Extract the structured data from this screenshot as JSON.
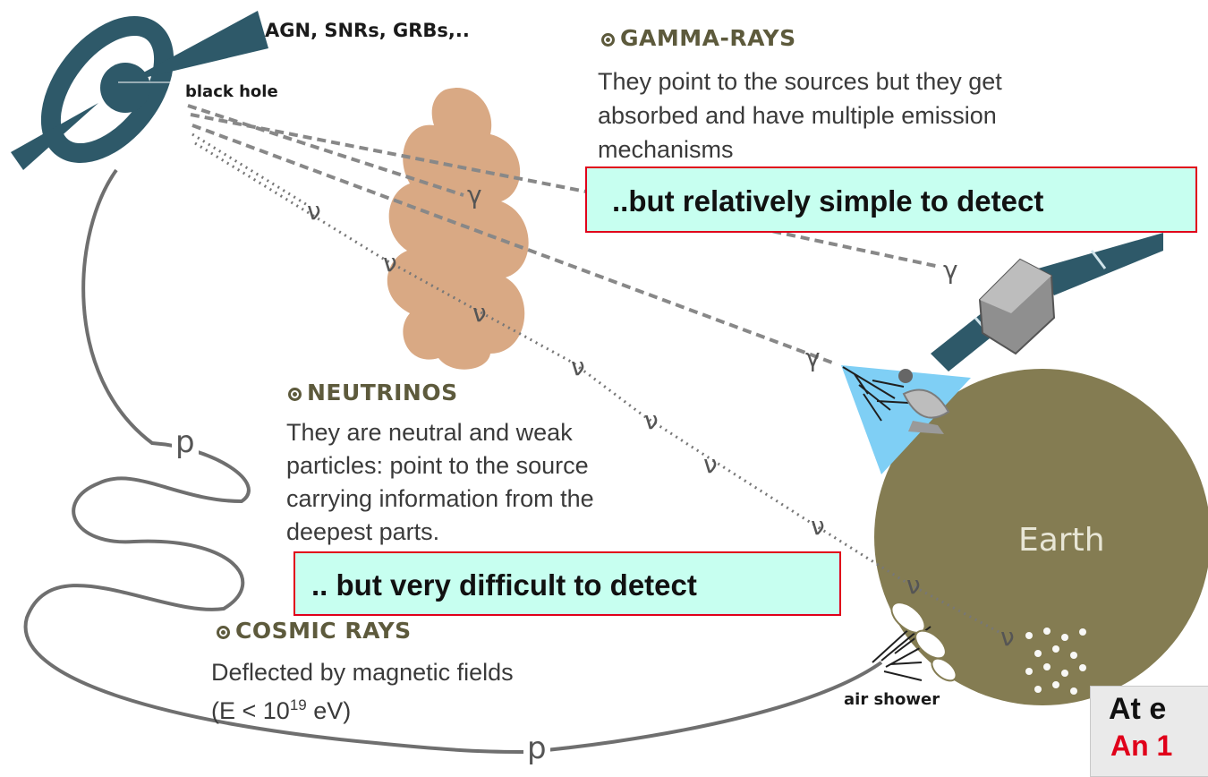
{
  "source": {
    "label": "AGN, SNRs, GRBs,..",
    "black_hole": "black hole"
  },
  "gamma": {
    "heading": "GAMMA-RAYS",
    "lines": [
      "They point to the sources but they get",
      "absorbed and have multiple emission",
      "mechanisms"
    ],
    "symbol": "γ"
  },
  "neutrinos": {
    "heading": "NEUTRINOS",
    "lines": [
      "They are neutral and weak",
      "particles: point to the source",
      "carrying information from the",
      "deepest parts."
    ],
    "symbol": "ν"
  },
  "cosmic": {
    "heading": "COSMIC RAYS",
    "line1": "Deflected by magnetic fields",
    "line2_prefix": "(E < 10",
    "line2_exp": "19",
    "line2_suffix": " eV)",
    "symbol": "p"
  },
  "callouts": {
    "gamma": "..but relatively simple to detect",
    "neutrino": ".. but very difficult to detect"
  },
  "earth": {
    "label": "Earth",
    "air_shower": "air shower"
  },
  "footer": {
    "line1": "At e",
    "line2": "An 1"
  },
  "colors": {
    "cloud": "#d9a984",
    "earth": "#847c52",
    "satellite_panel": "#2e5969",
    "cone": "#7fcff5",
    "callout_fill": "#c7fff0",
    "callout_border": "#e0001a"
  }
}
